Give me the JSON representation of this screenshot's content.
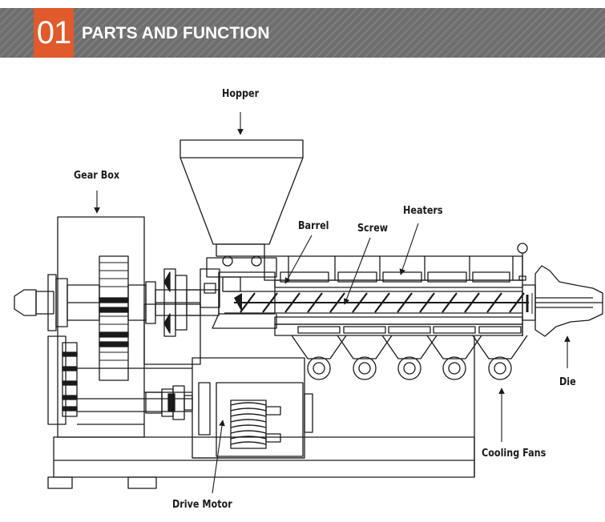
{
  "header": {
    "number": "01",
    "title": "PARTS AND FUNCTION",
    "accent_color": "#e05a2b",
    "band_color": "#6e6e6e"
  },
  "labels": {
    "hopper": "Hopper",
    "gear_box": "Gear Box",
    "barrel": "Barrel",
    "screw": "Screw",
    "heaters": "Heaters",
    "die": "Die",
    "cooling_fans": "Cooling Fans",
    "drive_motor": "Drive Motor"
  }
}
